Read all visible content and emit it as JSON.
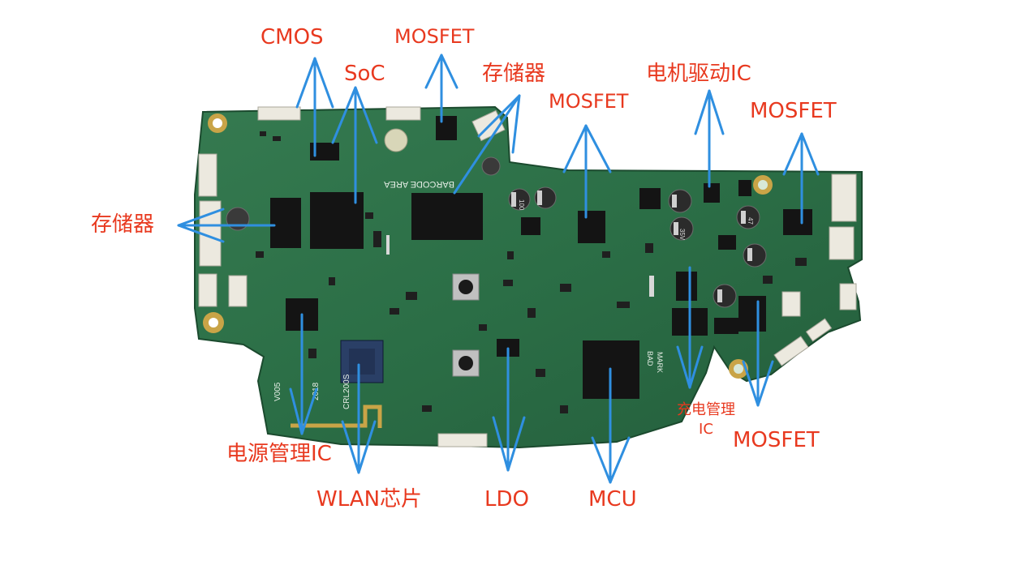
{
  "labels": {
    "cmos": "CMOS",
    "soc": "SoC",
    "mosfet_top": "MOSFET",
    "memory_top": "存储器",
    "mosfet_mid": "MOSFET",
    "motor_driver": "电机驱动IC",
    "mosfet_right": "MOSFET",
    "memory_left": "存储器",
    "power_mgmt": "电源管理IC",
    "wlan": "WLAN芯片",
    "ldo": "LDO",
    "mcu": "MCU",
    "charge_line1": "充电管理",
    "charge_line2": "IC",
    "mosfet_bottom": "MOSFET"
  },
  "board": {
    "silkscreen_barcode": "BARCODE  AREA",
    "silkscreen_model": "CRL200S",
    "silkscreen_year": "2018",
    "silkscreen_ver": "V005",
    "silkscreen_bad": "BAD",
    "silkscreen_mark": "MARK",
    "cap_a": "100",
    "cap_b": "35V",
    "cap_c": "47"
  },
  "colors": {
    "label": "#e8391f",
    "arrow": "#2f8fe0",
    "pcb": "#2b6e46",
    "pcb_dark": "#1d5434",
    "chip": "#141414",
    "gold": "#c9a447"
  }
}
